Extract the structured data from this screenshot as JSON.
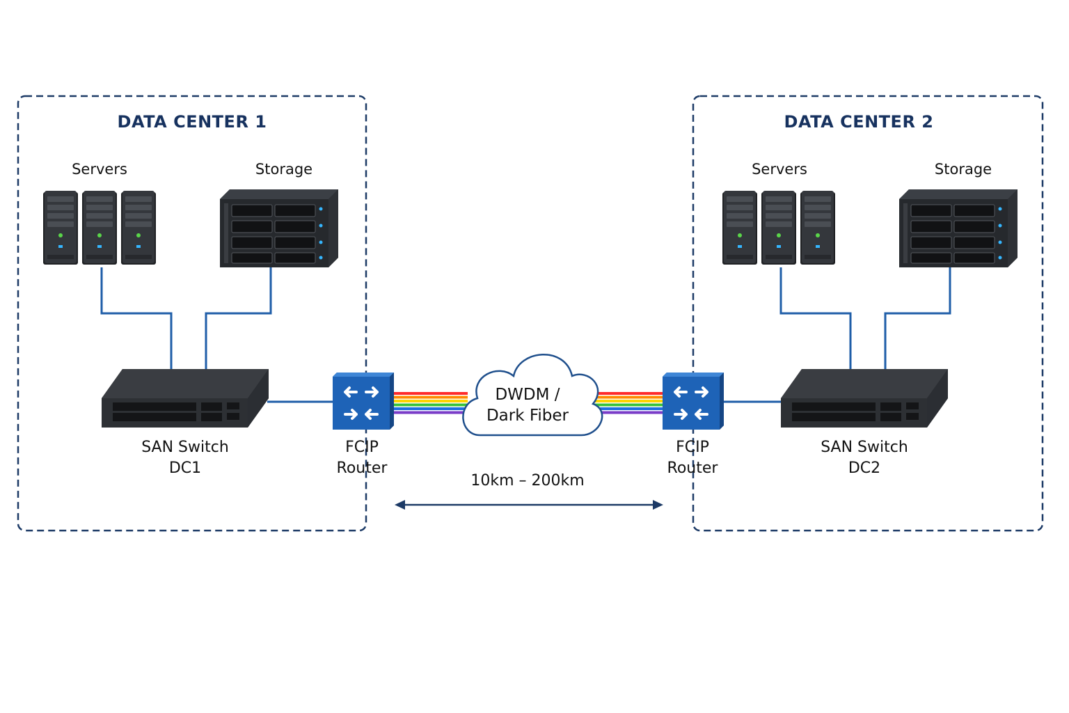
{
  "dc1": {
    "title": "DATA CENTER 1",
    "servers_label": "Servers",
    "storage_label": "Storage",
    "switch_label_line1": "SAN Switch",
    "switch_label_line2": "DC1",
    "router_label_line1": "FCIP",
    "router_label_line2": "Router"
  },
  "dc2": {
    "title": "DATA CENTER 2",
    "servers_label": "Servers",
    "storage_label": "Storage",
    "switch_label_line1": "SAN Switch",
    "switch_label_line2": "DC2",
    "router_label_line1": "FCIP",
    "router_label_line2": "Router"
  },
  "link": {
    "cloud_line1": "DWDM /",
    "cloud_line2": "Dark Fiber",
    "distance": "10km – 200km"
  },
  "colors": {
    "border": "#1c3a66",
    "link_blue": "#1f5ea8",
    "router": "#1e63b7",
    "device": "#2b2d31",
    "wavelengths": [
      "#ff2a2a",
      "#ff8a00",
      "#ffd400",
      "#38c23b",
      "#1f6fe0",
      "#7a3cc8"
    ]
  }
}
